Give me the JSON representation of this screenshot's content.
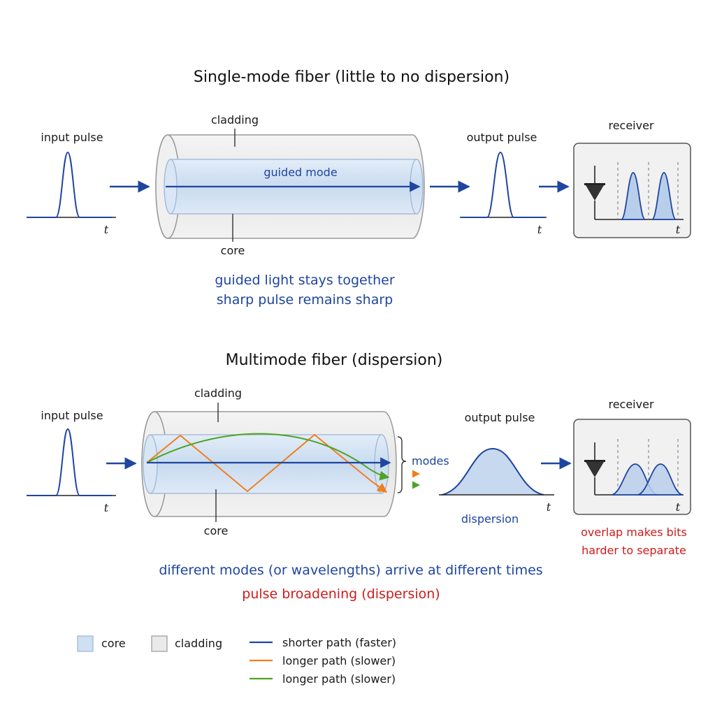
{
  "colors": {
    "blue": "#1f45a0",
    "orange": "#f07f1c",
    "green": "#4ea325",
    "red": "#d11a1a",
    "core_fill": "#cfe0f3",
    "cladding_fill": "#eaeaea"
  },
  "single_mode": {
    "title": "Single-mode fiber  (little to no dispersion)",
    "input_label": "input pulse",
    "cladding_label": "cladding",
    "core_label": "core",
    "mode_label": "guided mode",
    "output_label": "output pulse",
    "receiver_label": "receiver",
    "axis_label": "t",
    "caption_line1": "guided light stays together",
    "caption_line2": "sharp pulse remains sharp"
  },
  "multimode": {
    "title": "Multimode fiber  (dispersion)",
    "input_label": "input pulse",
    "cladding_label": "cladding",
    "core_label": "core",
    "modes_label": "modes",
    "output_label": "output pulse",
    "dispersion_label": "dispersion",
    "receiver_label": "receiver",
    "axis_label": "t",
    "receiver_note_line1": "overlap makes bits",
    "receiver_note_line2": "harder to separate",
    "caption_line1": "different modes (or wavelengths) arrive at different times",
    "caption_line2": "pulse broadening (dispersion)"
  },
  "legend": {
    "core": "core",
    "cladding": "cladding",
    "shorter_path": "shorter path (faster)",
    "longer_path_orange": "longer path (slower)",
    "longer_path_green": "longer path (slower)"
  }
}
